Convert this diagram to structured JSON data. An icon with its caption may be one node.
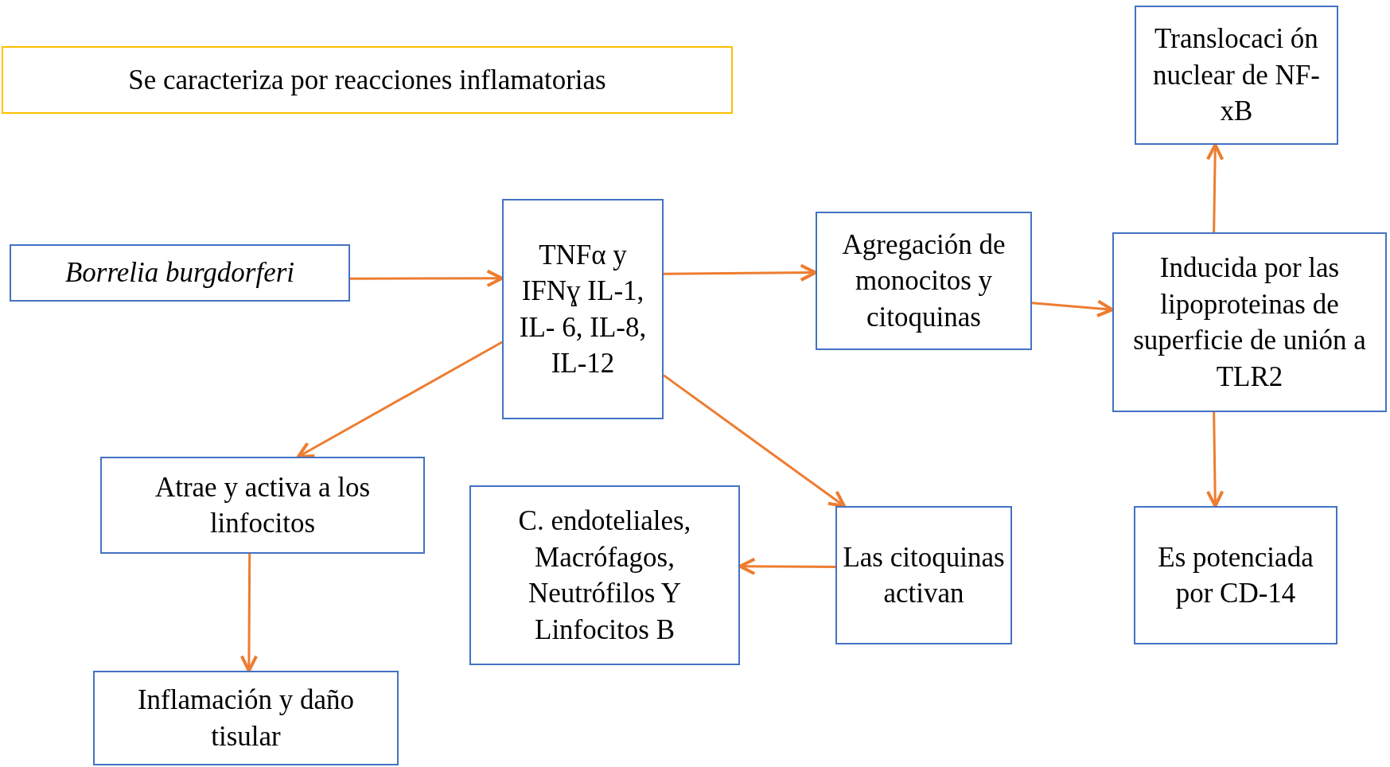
{
  "diagram": {
    "nodes": [
      {
        "text": [
          "Translocaci ón nuclear de NF-xB"
        ]
      },
      {
        "text": [
          "Se caracteriza por reacciones inflamatorias"
        ]
      },
      {
        "text": [
          "Borrelia burgdorferi"
        ]
      },
      {
        "text": [
          "TNFα y IFNɣ IL-1, IL- 6, IL-8, IL-12"
        ]
      },
      {
        "text": [
          "Agregación de monocitos y citoquinas"
        ]
      },
      {
        "text": [
          "Inducida por las lipoproteinas de superficie de unión  a TLR2"
        ]
      },
      {
        "text": [
          "Atrae y activa a los linfocitos"
        ]
      },
      {
        "text": [
          "C. endoteliales, Macrófagos, Neutrófilos Y Linfocitos B"
        ]
      },
      {
        "text": [
          "Las citoquinas activan"
        ]
      },
      {
        "text": [
          "Es potenciada por CD-14"
        ]
      },
      {
        "text": [
          "Inflamación y daño tisular"
        ]
      }
    ],
    "edges": [
      {
        "from": 2,
        "to": 3,
        "arrow": "to"
      },
      {
        "from": 3,
        "to": 4,
        "arrow": "to"
      },
      {
        "from": 4,
        "to": 5,
        "arrow": "to"
      },
      {
        "from": 5,
        "to": 0,
        "arrow": "to"
      },
      {
        "from": 5,
        "to": 9,
        "arrow": "to"
      },
      {
        "from": 3,
        "to": 6,
        "arrow": "to"
      },
      {
        "from": 3,
        "to": 8,
        "arrow": "to"
      },
      {
        "from": 8,
        "to": 7,
        "arrow": "to"
      },
      {
        "from": 6,
        "to": 10,
        "arrow": "to"
      }
    ]
  }
}
